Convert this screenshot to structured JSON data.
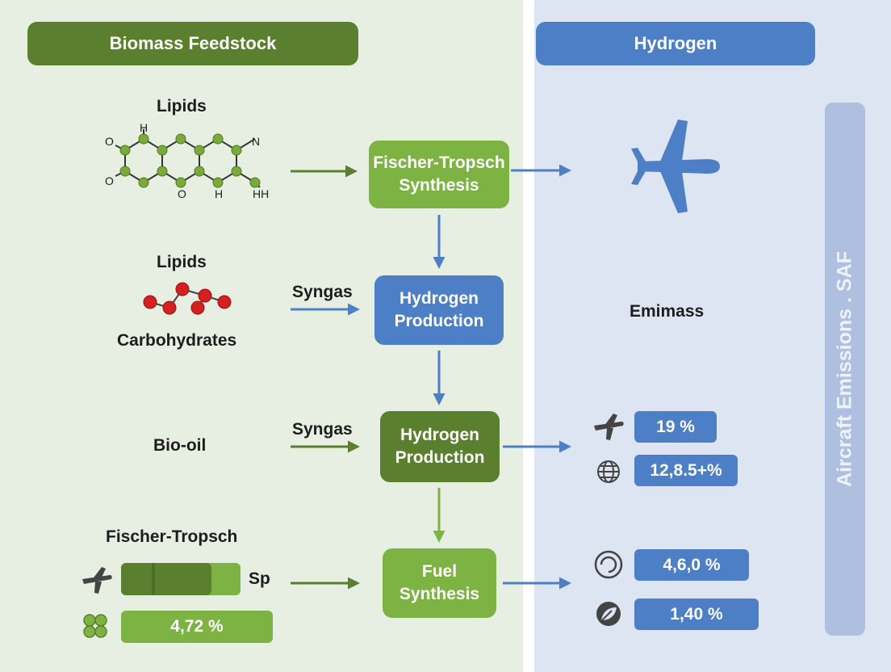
{
  "headers": {
    "left": "Biomass Feedstock",
    "right": "Hydrogen"
  },
  "feedstock": {
    "lipids_1": "Lipids",
    "lipids_2": "Lipids",
    "carbohydrates": "Carbohydrates",
    "bio_oil": "Bio-oil",
    "fischer_tropsch": "Fischer-Tropsch"
  },
  "molecule_labels": {
    "o1": "O",
    "o2": "O",
    "h1": "H",
    "n": "N",
    "o3": "O",
    "h2": "H",
    "hh": "HH"
  },
  "arrow_labels": {
    "syngas_1": "Syngas",
    "syngas_2": "Syngas"
  },
  "process_boxes": {
    "ft_synthesis": [
      "Fischer-Tropsch",
      "Synthesis"
    ],
    "hydrogen_production_blue": [
      "Hydrogen",
      "Production"
    ],
    "hydrogen_production_green": [
      "Hydrogen",
      "Production"
    ],
    "fuel_synthesis": [
      "Fuel",
      "Synthesis"
    ]
  },
  "right_panel": {
    "emimass": "Emimass",
    "vertical_label": "Aircraft Emissions . SAF",
    "metrics": [
      {
        "icon": "plane-icon",
        "value": "19 %"
      },
      {
        "icon": "globe-icon",
        "value": "12,8.5+%"
      },
      {
        "icon": "cycle-icon",
        "value": "4,6,0 %"
      },
      {
        "icon": "leaf-icon",
        "value": "1,40 %"
      }
    ]
  },
  "left_bottom": {
    "bar_label": "Sp",
    "bar_value": "4,72 %"
  },
  "colors": {
    "green_dark": "#5a7f2e",
    "green_light": "#7db343",
    "blue": "#4d7fc6",
    "atom_green": "#7aaa3a",
    "atom_red": "#d42020"
  }
}
